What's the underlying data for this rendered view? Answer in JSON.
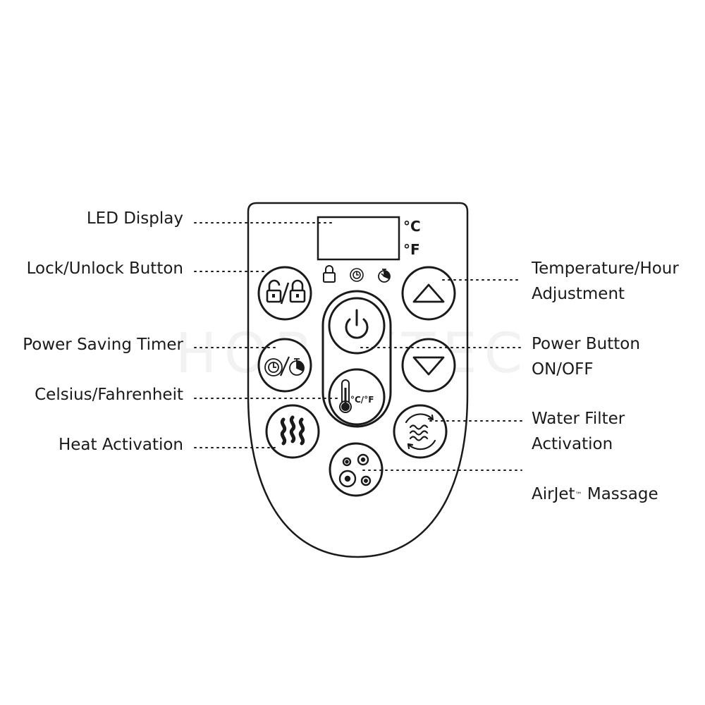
{
  "labels": {
    "led_display": "LED Display",
    "lock_unlock": "Lock/Unlock Button",
    "power_saving_timer": "Power Saving Timer",
    "celsius_fahrenheit": "Celsius/Fahrenheit",
    "heat_activation": "Heat Activation",
    "temperature_hour_line1": "Temperature/Hour",
    "temperature_hour_line2": "Adjustment",
    "power_button_line1": "Power Button",
    "power_button_line2": "ON/OFF",
    "water_filter_line1": "Water Filter",
    "water_filter_line2": "Activation",
    "airjet_name": "AirJet",
    "airjet_tm": "™",
    "airjet_suffix": " Massage"
  },
  "display_units": {
    "celsius": "°C",
    "fahrenheit": "°F"
  },
  "button_text": {
    "temp_unit": "°C/°F"
  },
  "watermark": "HOBEYTEC",
  "icons": [
    "lock-indicator-icon",
    "timer-indicator-icon",
    "stopwatch-indicator-icon",
    "lock-unlock-icon",
    "up-arrow-icon",
    "power-icon",
    "down-arrow-icon",
    "timer-stopwatch-icon",
    "thermometer-icon",
    "heat-waves-icon",
    "filter-cycle-icon",
    "airjet-bubbles-icon"
  ],
  "colors": {
    "line": "#1a1a1a",
    "background": "#ffffff",
    "watermark": "#f2f2f2"
  }
}
